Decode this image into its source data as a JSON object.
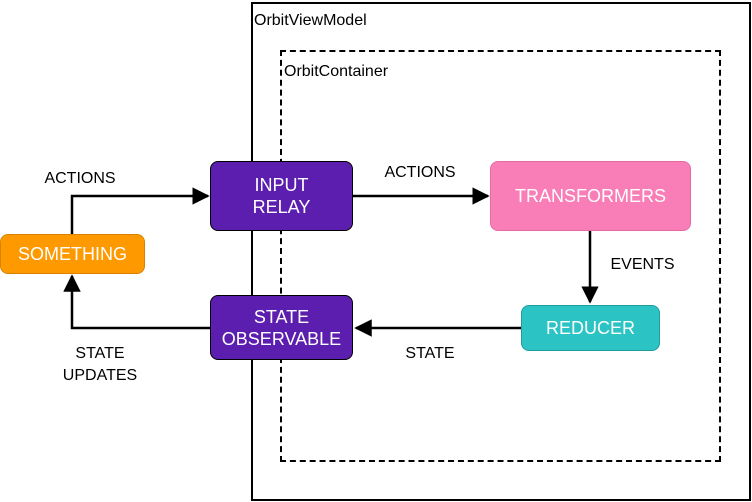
{
  "frames": {
    "viewmodel_label": "OrbitViewModel",
    "container_label": "OrbitContainer"
  },
  "nodes": {
    "something": {
      "label": "SOMETHING",
      "fill": "#FF9900",
      "stroke": "#D98200"
    },
    "input_relay": {
      "label": "INPUT\nRELAY",
      "fill": "#5B1EAE",
      "stroke": "#000000"
    },
    "transformers": {
      "label": "TRANSFORMERS",
      "fill": "#F97DB6",
      "stroke": "#E56AA3"
    },
    "reducer": {
      "label": "REDUCER",
      "fill": "#2BC3C3",
      "stroke": "#1E9E9E"
    },
    "state_observable": {
      "label": "STATE\nOBSERVABLE",
      "fill": "#5B1EAE",
      "stroke": "#000000"
    }
  },
  "edges": {
    "something_to_relay": "ACTIONS",
    "relay_to_transformers": "ACTIONS",
    "transformers_to_reducer": "EVENTS",
    "reducer_to_observable": "STATE",
    "observable_to_something": "STATE\nUPDATES"
  }
}
